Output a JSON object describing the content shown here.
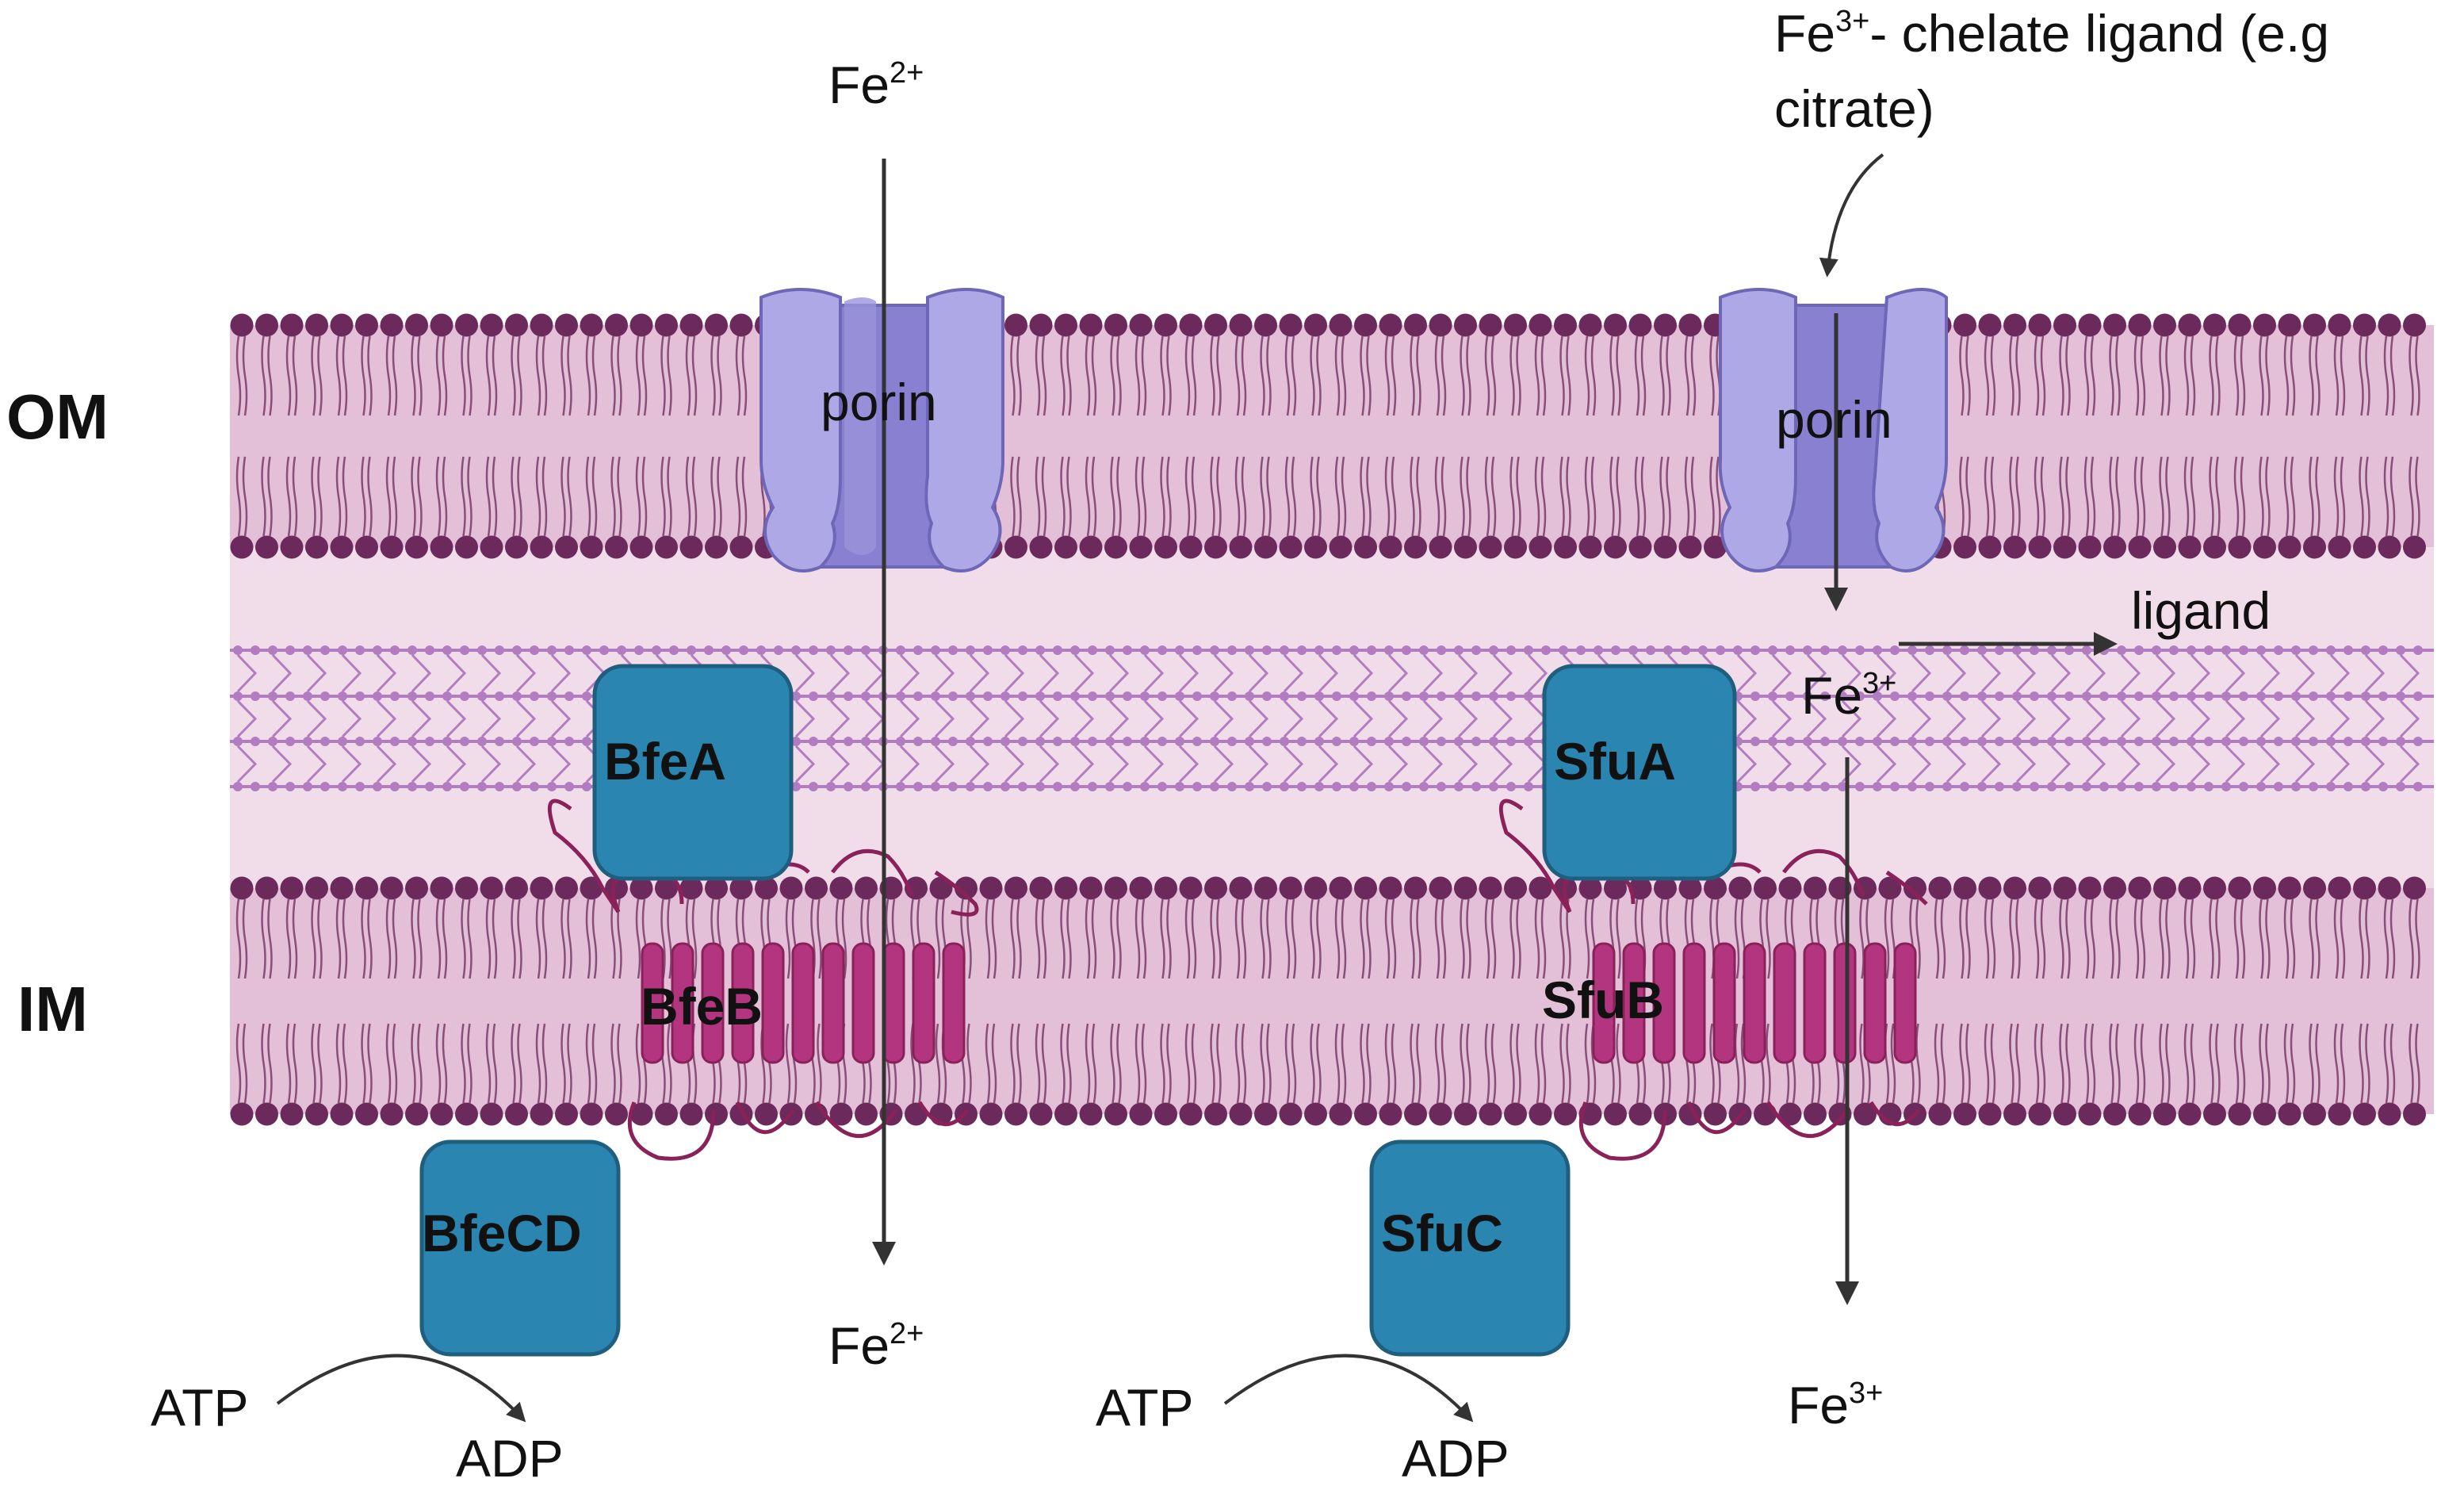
{
  "membranes": {
    "outer_label": "OM",
    "inner_label": "IM"
  },
  "left_pathway": {
    "top_ion": {
      "symbol": "Fe",
      "charge": "2+"
    },
    "bottom_ion": {
      "symbol": "Fe",
      "charge": "2+"
    },
    "porin": "porin",
    "periplasmic_protein": "BfeA",
    "permease": "BfeB",
    "atpase": "BfeCD",
    "atp": "ATP",
    "adp": "ADP"
  },
  "right_pathway": {
    "chelate_label": {
      "symbol": "Fe",
      "charge": "3+",
      "line1": "- chelate ligand (e.g",
      "line2": "citrate)"
    },
    "ligand": "ligand",
    "periplasm_ion": {
      "symbol": "Fe",
      "charge": "3+"
    },
    "bottom_ion": {
      "symbol": "Fe",
      "charge": "3+"
    },
    "porin": "porin",
    "periplasmic_protein": "SfuA",
    "permease": "SfuB",
    "atpase": "SfuC",
    "atp": "ATP",
    "adp": "ADP"
  },
  "colors": {
    "lipid_head": "#6b2a5b",
    "bilayer_fill": "#e3bfd8",
    "periplasm_fill": "#f1dcea",
    "peptidoglycan": "#b27cc0",
    "porin_light": "#aea9e6",
    "porin_dark": "#8a80d1",
    "protein_fill": "#2a86b1",
    "protein_stroke": "#1f5e7d",
    "helix": "#b4357f",
    "loop": "#8a2259",
    "arrow": "#333333"
  }
}
